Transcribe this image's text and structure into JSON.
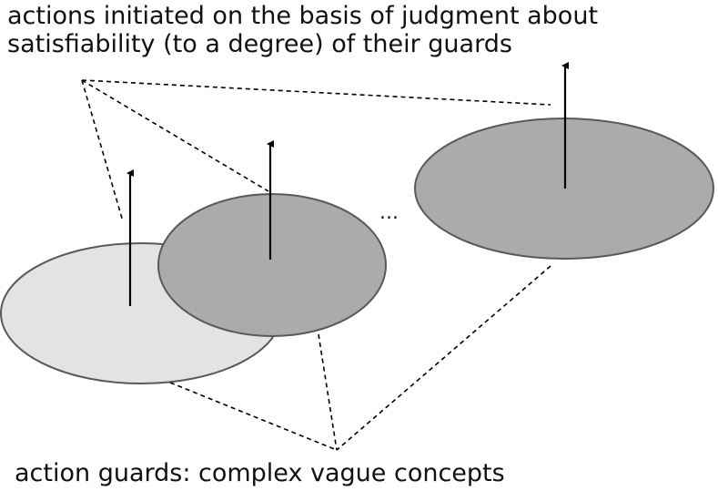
{
  "top_caption": {
    "line1": "actions initiated on the basis of judgment about",
    "line2": "satisfiability (to a degree) of their guards"
  },
  "bottom_caption": "action guards: complex vague concepts",
  "ellipsis": "...",
  "colors": {
    "ellipse_light": "#e3e3e3",
    "ellipse_dark": "#ababab",
    "outline": "#595959",
    "line": "#000000"
  }
}
